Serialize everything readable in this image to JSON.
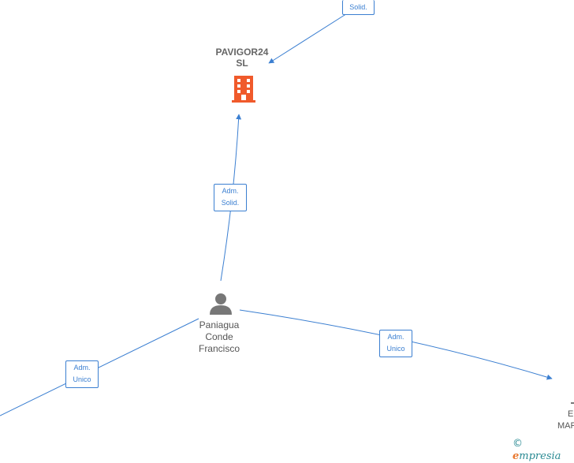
{
  "nodes": {
    "company": {
      "name_line1": "PAVIGOR24",
      "name_line2": "SL",
      "icon": "building-icon",
      "color": "#f05a2b"
    },
    "person": {
      "name_line1": "Paniagua",
      "name_line2": "Conde",
      "name_line3": "Francisco",
      "icon": "person-icon",
      "color": "#777777"
    },
    "partial_right": {
      "line1": "E",
      "line2": "MAR"
    }
  },
  "edges": {
    "top": {
      "line1": "Solid."
    },
    "person_company": {
      "line1": "Adm.",
      "line2": "Solid."
    },
    "person_left": {
      "line1": "Adm.",
      "line2": "Unico"
    },
    "person_right": {
      "line1": "Adm.",
      "line2": "Unico"
    }
  },
  "colors": {
    "edge": "#3b7fd1"
  },
  "brand": {
    "copyright": "©",
    "initial": "e",
    "rest": "mpresia"
  }
}
